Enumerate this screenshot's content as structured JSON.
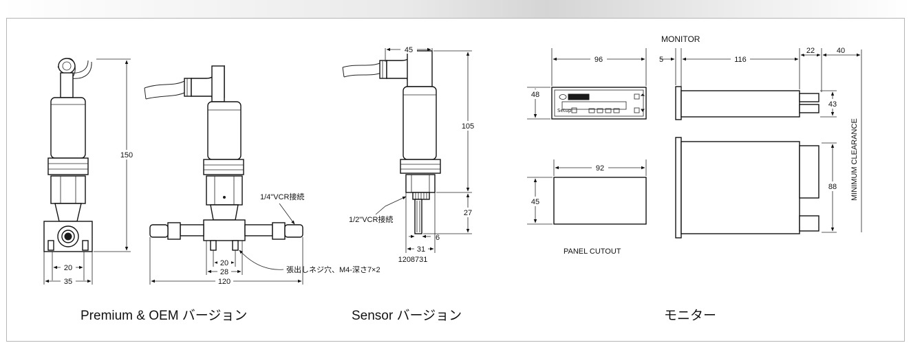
{
  "captions": {
    "premium": "Premium & OEM バージョン",
    "sensor": "Sensor バージョン",
    "monitor": "モニター"
  },
  "labels": {
    "vcr_quarter": "1/4\"VCR接続",
    "vcr_half": "1/2\"VCR接続",
    "tap_hole": "張出しネジ穴、M4-深さ7×2",
    "part_number": "1208731",
    "monitor_title": "MONITOR",
    "panel_cutout": "PANEL CUTOUT",
    "minimum_clearance": "MINIMUM CLEARANCE",
    "setup": "Setup"
  },
  "dimensions": {
    "premium_height": "150",
    "premium_base_inner": "20",
    "premium_base_outer": "35",
    "oem_inner": "20",
    "oem_mid": "28",
    "oem_total": "120",
    "sensor_width": "45",
    "sensor_height": "105",
    "sensor_stem": "27",
    "sensor_stem_dia": "6",
    "sensor_base": "31",
    "mon_width": "96",
    "mon_height": "48",
    "mon_bezel": "5",
    "mon_depth": "116",
    "mon_conn": "22",
    "mon_clearance": "40",
    "mon_conn_height": "43",
    "cutout_width": "92",
    "cutout_height": "45",
    "mon_body_height": "88"
  },
  "colors": {
    "background": "#ffffff",
    "line": "#222222",
    "border": "#b4b4b4"
  }
}
